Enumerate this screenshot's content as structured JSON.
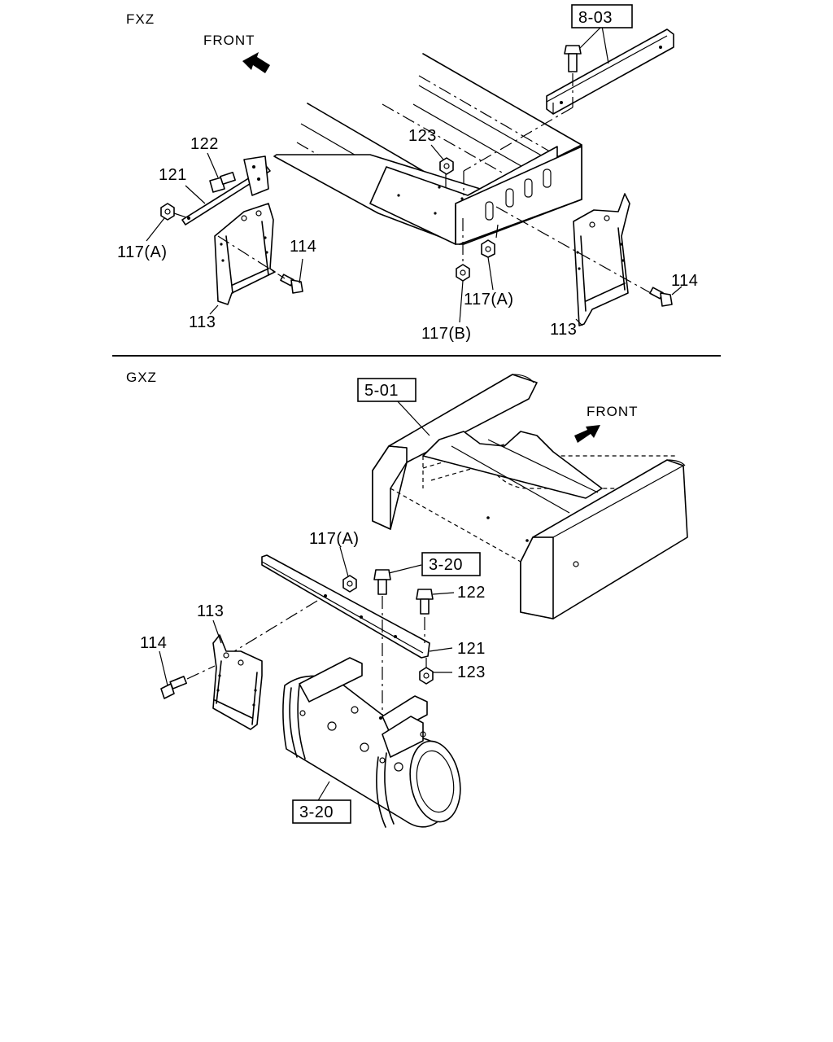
{
  "sections": {
    "fxz": {
      "title": "FXZ",
      "front": "FRONT",
      "ref_box": "8-03",
      "labels": {
        "l122": "122",
        "l121": "121",
        "l117a_left": "117(A)",
        "l114_left": "114",
        "l113_left": "113",
        "l123": "123",
        "l117a_right": "117(A)",
        "l117b": "117(B)",
        "l113_right": "113",
        "l114_right": "114"
      }
    },
    "gxz": {
      "title": "GXZ",
      "front": "FRONT",
      "ref_box_frame": "5-01",
      "ref_box_bolt": "3-20",
      "ref_box_tank": "3-20",
      "labels": {
        "l117a": "117(A)",
        "l122": "122",
        "l121": "121",
        "l123": "123",
        "l113": "113",
        "l114": "114"
      }
    }
  }
}
